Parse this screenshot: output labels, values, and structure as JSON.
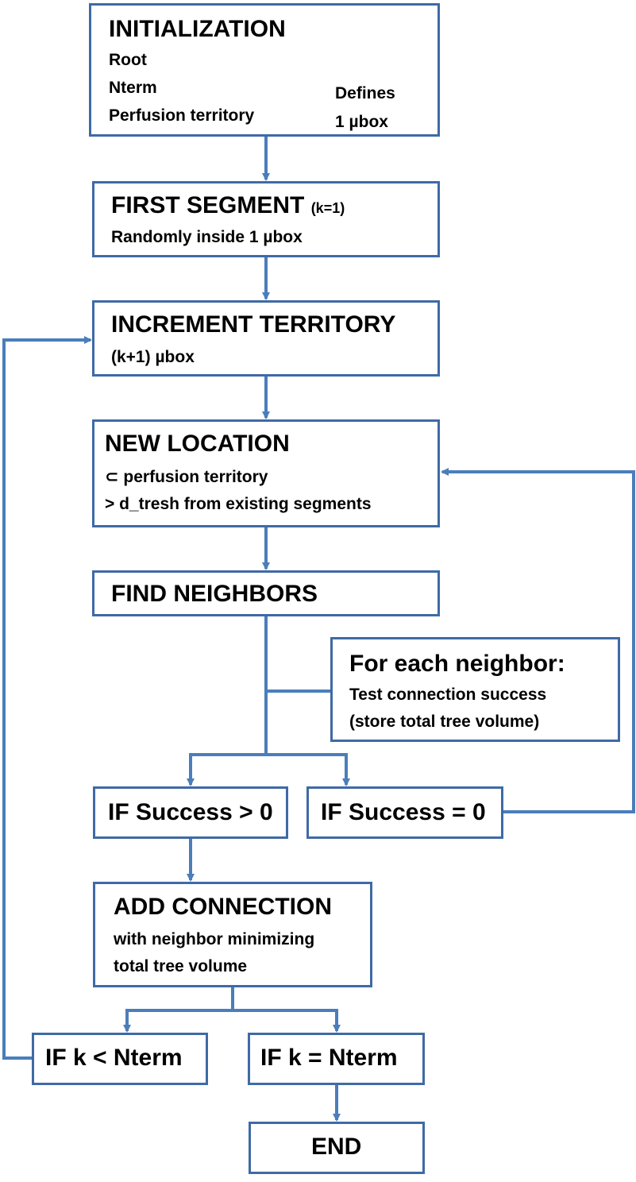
{
  "colors": {
    "line": "#4a7ebb",
    "border": "#3f6aa5",
    "text": "#000000"
  },
  "nodes": {
    "init": {
      "title": "INITIALIZATION",
      "items": [
        "Root",
        "Nterm",
        "Perfusion territory"
      ],
      "note_line1": "Defines",
      "note_line2": "1 µbox"
    },
    "first": {
      "title": "FIRST SEGMENT",
      "title_suffix": "(k=1)",
      "line1": "Randomly inside 1 µbox"
    },
    "increment": {
      "title": "INCREMENT TERRITORY",
      "line1": "(k+1) µbox"
    },
    "newloc": {
      "title": "NEW LOCATION",
      "line1": "⊂ perfusion territory",
      "line2": "> d_tresh from existing segments"
    },
    "neighbors": {
      "title": "FIND NEIGHBORS"
    },
    "foreach": {
      "title": "For each neighbor:",
      "line1": "Test connection  success",
      "line2": "(store total tree volume)"
    },
    "succ_pos": {
      "title": "IF Success > 0"
    },
    "succ_zero": {
      "title": "IF Success = 0"
    },
    "addconn": {
      "title": "ADD CONNECTION",
      "line1": "with neighbor minimizing",
      "line2": "total tree volume"
    },
    "k_less": {
      "title": "IF k < Nterm"
    },
    "k_eq": {
      "title": "IF k = Nterm"
    },
    "end": {
      "title": "END"
    }
  }
}
